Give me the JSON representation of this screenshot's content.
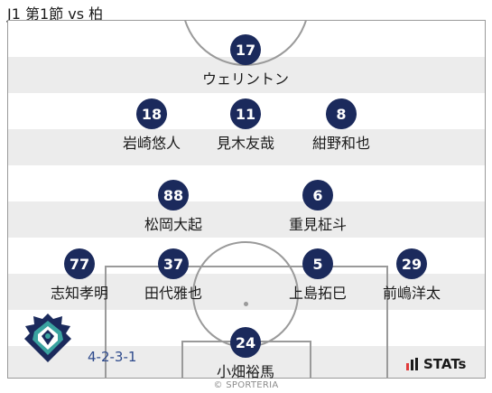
{
  "header": {
    "title": "J1 第1節 vs 柏"
  },
  "lineup": {
    "formation": "4-2-3-1",
    "players": [
      {
        "number": "17",
        "name": "ウェリントン"
      },
      {
        "number": "18",
        "name": "岩崎悠人"
      },
      {
        "number": "11",
        "name": "見木友哉"
      },
      {
        "number": "8",
        "name": "紺野和也"
      },
      {
        "number": "88",
        "name": "松岡大起"
      },
      {
        "number": "6",
        "name": "重見柾斗"
      },
      {
        "number": "77",
        "name": "志知孝明"
      },
      {
        "number": "37",
        "name": "田代雅也"
      },
      {
        "number": "5",
        "name": "上島拓巳"
      },
      {
        "number": "29",
        "name": "前嶋洋太"
      },
      {
        "number": "24",
        "name": "小畑裕馬"
      }
    ]
  },
  "branding": {
    "stats_label": "STATs",
    "credit": "© SPORTERIA",
    "team_logo_icon": "avispa-fukuoka-crest-icon"
  },
  "colors": {
    "number_badge": "#1b2a5c",
    "pitch_stripe": "#ececec",
    "pitch_line": "#9a9a9a",
    "formation_text": "#2e4a8c",
    "logo_navy": "#1b2a5c",
    "logo_teal": "#3aa3a0"
  }
}
